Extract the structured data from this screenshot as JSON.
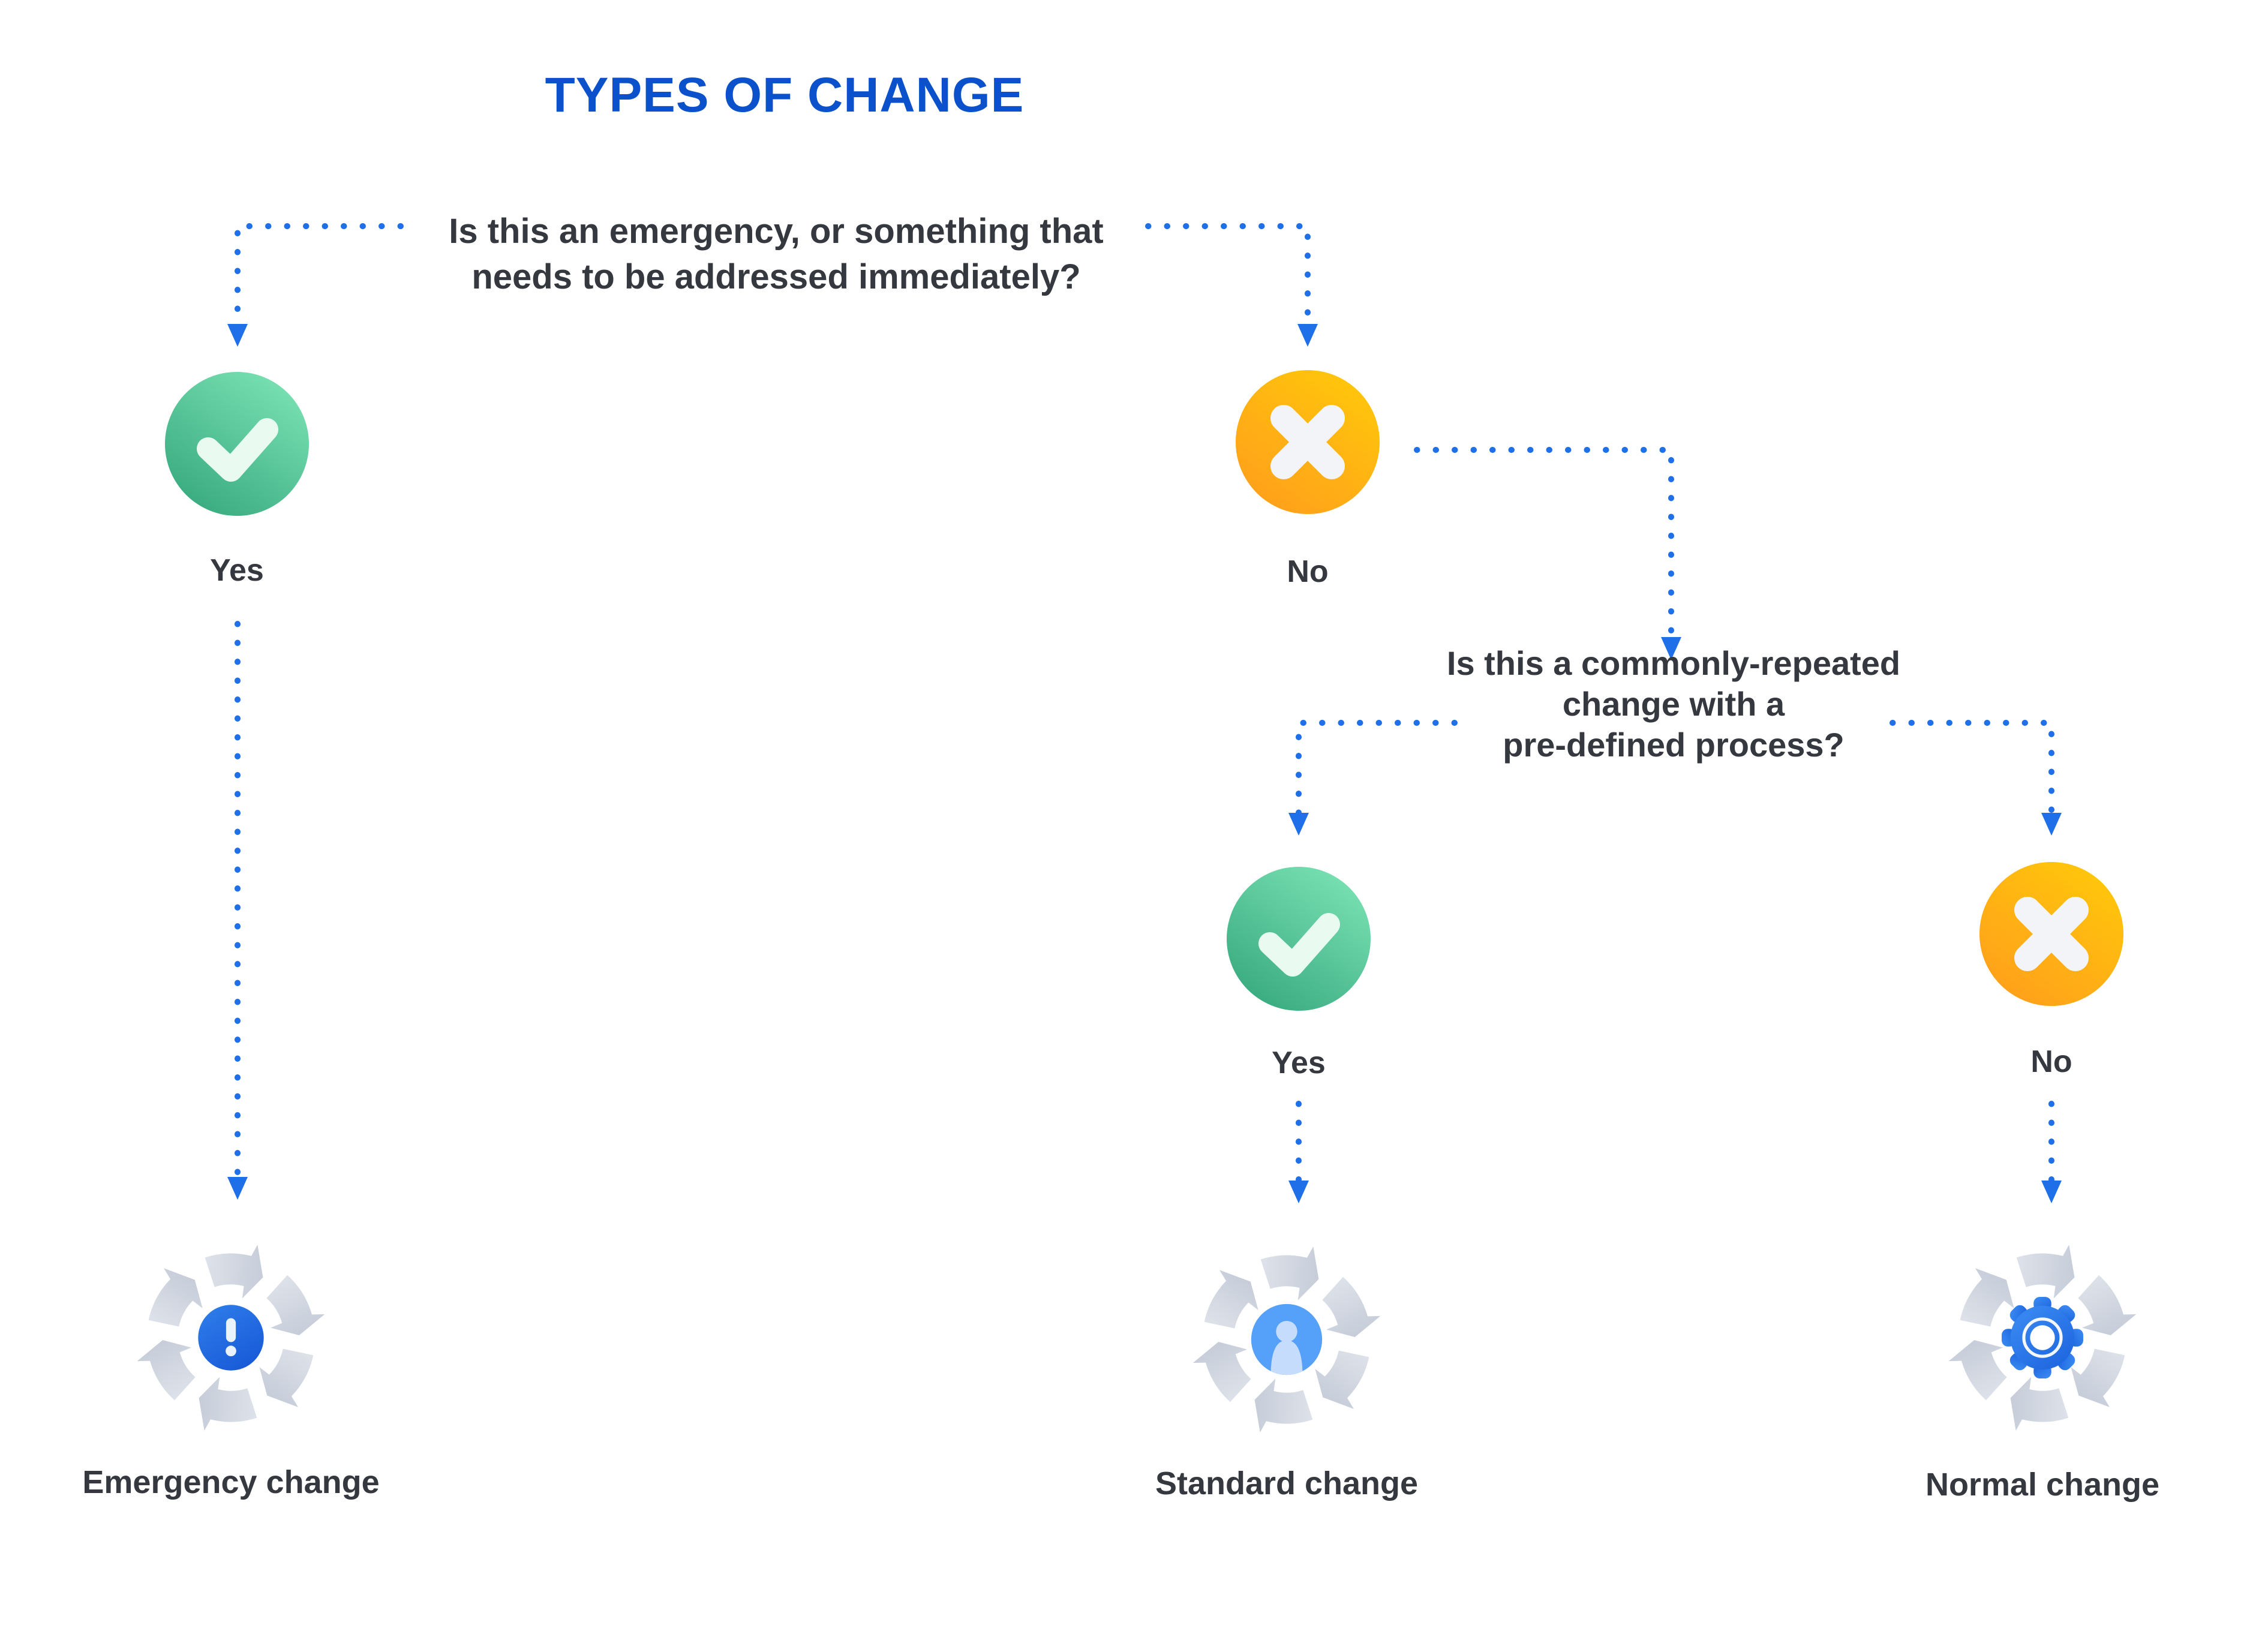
{
  "title": "TYPES OF CHANGE",
  "colors": {
    "title_blue": "#0B51CB",
    "connector_blue": "#1E6FE8",
    "text_dark": "#35383E",
    "yes_green_light": "#7EE5B6",
    "yes_green_dark": "#34A67C",
    "no_orange_light": "#FFC90A",
    "no_orange_dark": "#FF9D1C",
    "cycle_arrow_gray_light": "#E7EAF0",
    "cycle_arrow_gray_dark": "#BEC6D3",
    "emergency_blue": "#2F7FEB",
    "standard_blue": "#55A0F8",
    "gear_blue": "#2477EC"
  },
  "flow": {
    "question1": {
      "line1": "Is this an emergency, or something that",
      "line2": "needs to be addressed immediately?"
    },
    "question1_yes": "Yes",
    "question1_no": "No",
    "question2": {
      "line1": "Is this a commonly-repeated",
      "line2": "change with a",
      "line3": "pre-defined process?"
    },
    "question2_yes": "Yes",
    "question2_no": "No",
    "outcomes": [
      {
        "label": "Emergency change",
        "icon": "alert-cycle-icon"
      },
      {
        "label": "Standard change",
        "icon": "user-cycle-icon"
      },
      {
        "label": "Normal change",
        "icon": "gear-cycle-icon"
      }
    ]
  }
}
